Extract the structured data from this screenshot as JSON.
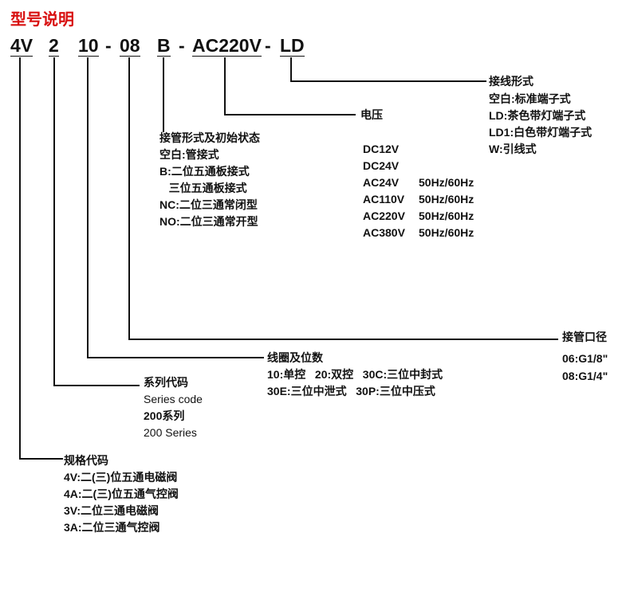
{
  "title": "型号说明",
  "code_parts": [
    "4V",
    "2",
    "10",
    "-",
    "08",
    "B",
    "-",
    "AC220V",
    "-",
    "LD"
  ],
  "wiring": {
    "heading": "接线形式",
    "items": [
      "空白:标准端子式",
      "LD:茶色带灯端子式",
      "LD1:白色带灯端子式",
      "W:引线式"
    ]
  },
  "voltage": {
    "heading": "电压",
    "items": [
      {
        "v": "DC12V",
        "f": ""
      },
      {
        "v": "DC24V",
        "f": ""
      },
      {
        "v": "AC24V",
        "f": "50Hz/60Hz"
      },
      {
        "v": "AC110V",
        "f": "50Hz/60Hz"
      },
      {
        "v": "AC220V",
        "f": "50Hz/60Hz"
      },
      {
        "v": "AC380V",
        "f": "50Hz/60Hz"
      }
    ]
  },
  "connection": {
    "heading": "接管形式及初始状态",
    "items": [
      "空白:管接式",
      "B:二位五通板接式",
      "   三位五通板接式",
      "NC:二位三通常闭型",
      "NO:二位三通常开型"
    ]
  },
  "port": {
    "heading": "接管口径",
    "items": [
      "06:G1/8\"",
      "08:G1/4\""
    ]
  },
  "coil": {
    "heading": "线圈及位数",
    "items": [
      "10:单控   20:双控   30C:三位中封式",
      "30E:三位中泄式   30P:三位中压式"
    ]
  },
  "series": {
    "heading": "系列代码",
    "items": [
      "Series code",
      "200系列",
      "200 Series"
    ]
  },
  "spec": {
    "heading": "规格代码",
    "items": [
      "4V:二(三)位五通电磁阀",
      "4A:二(三)位五通气控阀",
      "3V:二位三通电磁阀",
      "3A:二位三通气控阀"
    ]
  }
}
